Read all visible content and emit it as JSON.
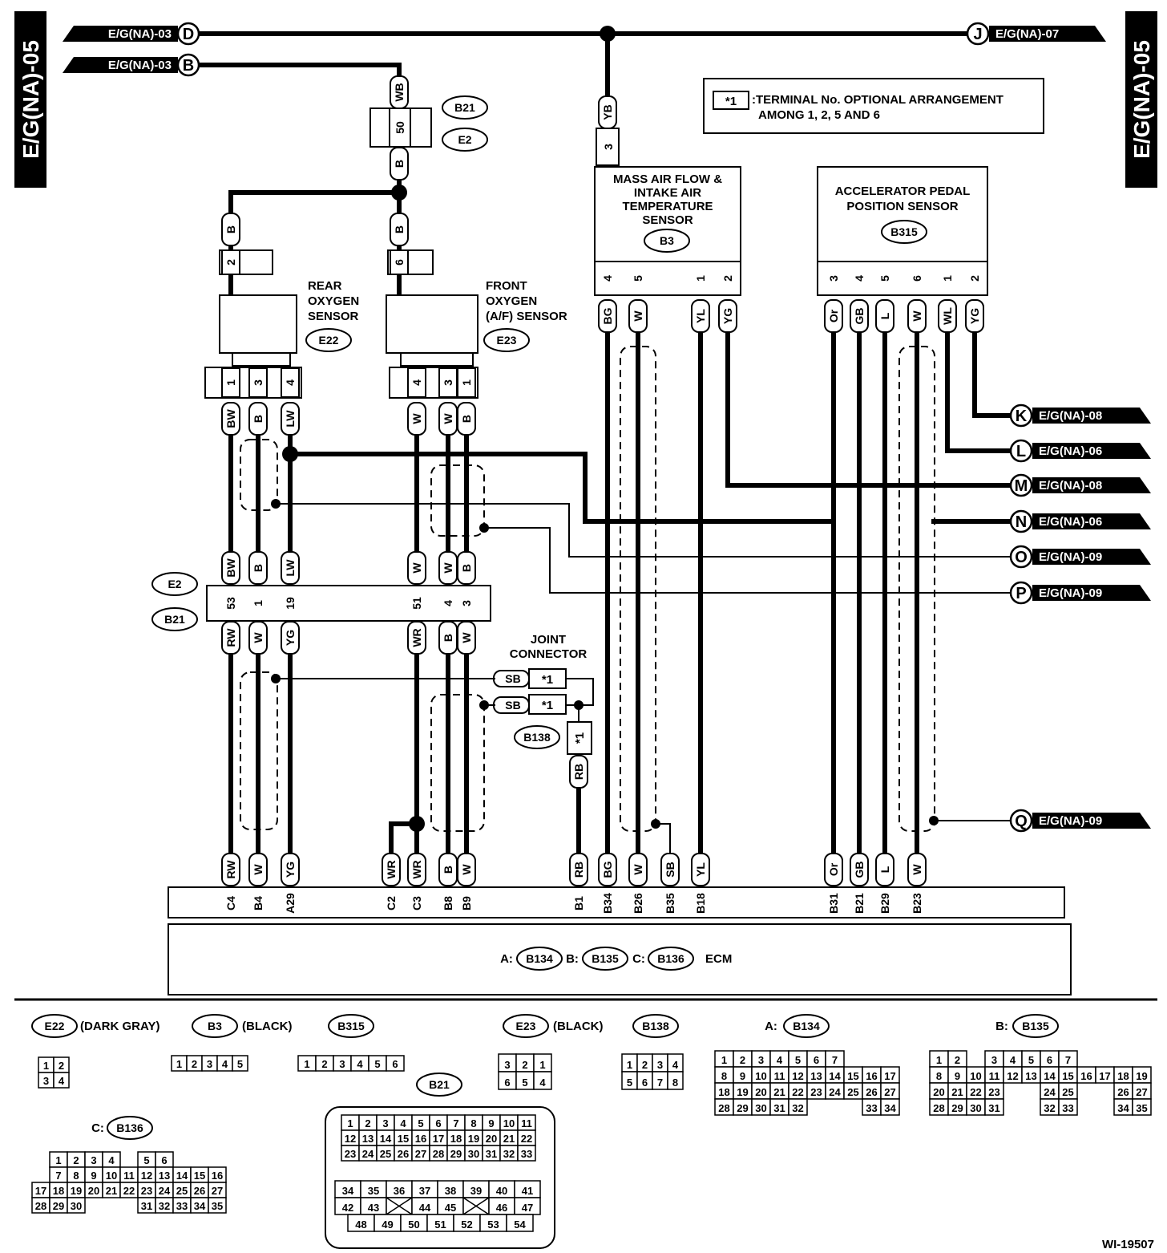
{
  "page_code": "E/G(NA)-05",
  "figure_id": "WI-19507",
  "note": {
    "symbol": "*1",
    "line1": ":TERMINAL No. OPTIONAL ARRANGEMENT",
    "line2": "AMONG 1, 2, 5 AND 6"
  },
  "top_left_connectors": [
    {
      "letter": "D",
      "ref": "E/G(NA)-03"
    },
    {
      "letter": "B",
      "ref": "E/G(NA)-03"
    }
  ],
  "top_right_connector": {
    "letter": "J",
    "ref": "E/G(NA)-07"
  },
  "right_connectors": [
    {
      "letter": "K",
      "ref": "E/G(NA)-08"
    },
    {
      "letter": "L",
      "ref": "E/G(NA)-06"
    },
    {
      "letter": "M",
      "ref": "E/G(NA)-08"
    },
    {
      "letter": "N",
      "ref": "E/G(NA)-06"
    },
    {
      "letter": "O",
      "ref": "E/G(NA)-09"
    },
    {
      "letter": "P",
      "ref": "E/G(NA)-09"
    },
    {
      "letter": "Q",
      "ref": "E/G(NA)-09"
    }
  ],
  "components": {
    "rear_o2": {
      "lines": [
        "REAR",
        "OXYGEN",
        "SENSOR"
      ],
      "id": "E22"
    },
    "front_o2": {
      "lines": [
        "FRONT",
        "OXYGEN",
        "(A/F) SENSOR"
      ],
      "id": "E23"
    },
    "maf": {
      "lines": [
        "MASS AIR FLOW &",
        "INTAKE AIR",
        "TEMPERATURE",
        "SENSOR"
      ],
      "id": "B3"
    },
    "apps": {
      "lines": [
        "ACCELERATOR PEDAL",
        "POSITION SENSOR"
      ],
      "id": "B315"
    },
    "joint": {
      "lines": [
        "JOINT",
        "CONNECTOR"
      ],
      "id": "B138"
    },
    "ecm": {
      "label": "ECM",
      "a_prefix": "A:",
      "a_id": "B134",
      "b_prefix": "B:",
      "b_id": "B135",
      "c_prefix": "C:",
      "c_id": "B136"
    }
  },
  "connector_refs": {
    "b21": "B21",
    "e2": "E2"
  },
  "upper_junction": {
    "wire_in": "WB",
    "pin": "50",
    "wire_out": "B"
  },
  "rear_o2_top": {
    "wire": "B",
    "pin": "2"
  },
  "front_o2_top": {
    "wire": "B",
    "pin": "6"
  },
  "maf_top": {
    "wire": "YB",
    "pin": "3"
  },
  "wires": {
    "rear_pins": [
      "1",
      "3",
      "4"
    ],
    "rear_colors_top": [
      "BW",
      "B",
      "LW"
    ],
    "rear_e2_pins": [
      "53",
      "1",
      "19"
    ],
    "rear_colors_bottom": [
      "RW",
      "W",
      "YG"
    ],
    "rear_ecm_pins": [
      "C4",
      "B4",
      "A29"
    ],
    "front_pins": [
      "4",
      "3",
      "1"
    ],
    "front_colors_top": [
      "W",
      "W",
      "B"
    ],
    "front_e2_pins": [
      "51",
      "4",
      "3"
    ],
    "front_colors_bottom": [
      "WR",
      "B",
      "W"
    ],
    "front_ecm_colors": [
      "WR",
      "WR",
      "B",
      "W"
    ],
    "front_ecm_pins": [
      "C2",
      "C3",
      "B8",
      "B9"
    ],
    "joint_pins": [
      "*1",
      "*1",
      "*1"
    ],
    "joint_colors": [
      "SB",
      "SB",
      "RB"
    ],
    "joint_ecm_pin": "B1",
    "maf_pins": [
      "4",
      "5",
      "1",
      "2"
    ],
    "maf_colors": [
      "BG",
      "W",
      "YL",
      "YG"
    ],
    "maf_ecm_colors": [
      "BG",
      "W",
      "SB",
      "YL"
    ],
    "maf_ecm_pins": [
      "B34",
      "B26",
      "B35",
      "B18"
    ],
    "apps_pins": [
      "3",
      "4",
      "5",
      "6",
      "1",
      "2"
    ],
    "apps_colors": [
      "Or",
      "GB",
      "L",
      "W",
      "WL",
      "YG"
    ],
    "apps_ecm_colors": [
      "Or",
      "GB",
      "L",
      "W"
    ],
    "apps_ecm_pins": [
      "B31",
      "B21",
      "B29",
      "B23"
    ]
  },
  "legend": {
    "e22": {
      "id": "E22",
      "color": "(DARK GRAY)",
      "rows": [
        [
          "1",
          "2"
        ],
        [
          "3",
          "4"
        ]
      ]
    },
    "b3": {
      "id": "B3",
      "color": "(BLACK)",
      "cells": [
        "1",
        "2",
        "3",
        "4",
        "5"
      ]
    },
    "b315": {
      "id": "B315",
      "cells": [
        "1",
        "2",
        "3",
        "4",
        "5",
        "6"
      ]
    },
    "e23": {
      "id": "E23",
      "color": "(BLACK)",
      "rows": [
        [
          "3",
          "2",
          "1"
        ],
        [
          "6",
          "5",
          "4"
        ]
      ]
    },
    "b138": {
      "id": "B138",
      "rows": [
        [
          "1",
          "2",
          "3",
          "4"
        ],
        [
          "5",
          "6",
          "7",
          "8"
        ]
      ]
    },
    "b134": {
      "prefix": "A:",
      "id": "B134",
      "rows": [
        [
          "1",
          "2",
          "3",
          "4",
          "5",
          "6",
          "7"
        ],
        [
          "8",
          "9",
          "10",
          "11",
          "12",
          "13",
          "14",
          "15",
          "16",
          "17"
        ],
        [
          "18",
          "19",
          "20",
          "21",
          "22",
          "23",
          "24",
          "25",
          "26",
          "27"
        ],
        [
          "28",
          "29",
          "30",
          "31",
          "32",
          "",
          "",
          "",
          "33",
          "34"
        ]
      ]
    },
    "b135": {
      "prefix": "B:",
      "id": "B135",
      "rows": [
        [
          "1",
          "2",
          "",
          "3",
          "4",
          "5",
          "6",
          "7"
        ],
        [
          "8",
          "9",
          "10",
          "11",
          "12",
          "13",
          "14",
          "15",
          "16",
          "17",
          "18",
          "19"
        ],
        [
          "20",
          "21",
          "22",
          "23",
          "",
          "",
          "24",
          "25",
          "",
          "",
          "26",
          "27"
        ],
        [
          "28",
          "29",
          "30",
          "31",
          "",
          "",
          "32",
          "33",
          "",
          "",
          "34",
          "35"
        ]
      ]
    },
    "b136": {
      "prefix": "C:",
      "id": "B136",
      "rows": [
        [
          "1",
          "2",
          "3",
          "4",
          "",
          "5",
          "6"
        ],
        [
          "7",
          "8",
          "9",
          "10",
          "11",
          "12",
          "13",
          "14",
          "15",
          "16"
        ],
        [
          "17",
          "18",
          "19",
          "20",
          "21",
          "22",
          "23",
          "24",
          "25",
          "26",
          "27"
        ],
        [
          "28",
          "29",
          "30",
          "",
          "",
          "",
          "31",
          "32",
          "33",
          "34",
          "35"
        ]
      ]
    },
    "b21": {
      "id": "B21",
      "upper_rows": [
        [
          "1",
          "2",
          "3",
          "4",
          "5",
          "6",
          "7",
          "8",
          "9",
          "10",
          "11"
        ],
        [
          "12",
          "13",
          "14",
          "15",
          "16",
          "17",
          "18",
          "19",
          "20",
          "21",
          "22"
        ],
        [
          "23",
          "24",
          "25",
          "26",
          "27",
          "28",
          "29",
          "30",
          "31",
          "32",
          "33"
        ]
      ],
      "lower_rows": [
        [
          "34",
          "35",
          "36",
          "37",
          "38",
          "39",
          "40",
          "41"
        ],
        [
          "42",
          "43",
          "X",
          "44",
          "45",
          "X",
          "46",
          "47"
        ],
        [
          "48",
          "49",
          "50",
          "51",
          "52",
          "53",
          "54"
        ]
      ]
    }
  }
}
